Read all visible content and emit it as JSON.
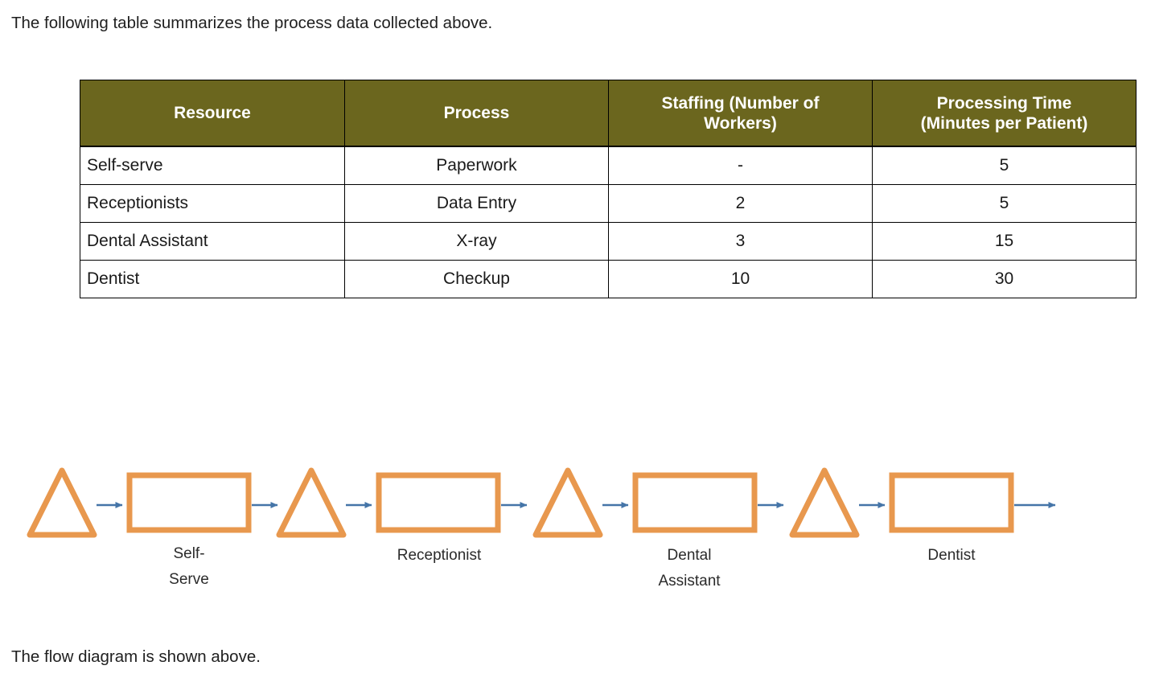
{
  "intro_text": "The following table summarizes the process data collected above.",
  "outro_text": "The flow diagram is shown above.",
  "colors": {
    "header_background": "#6B661E",
    "header_text": "#FFFFFF",
    "shape_outline": "#E8984E",
    "shape_fill": "#FFFFFF",
    "arrow": "#4575A8",
    "table_border": "#000000",
    "body_text": "#1A1A1A"
  },
  "table": {
    "columns": [
      "Resource",
      "Process",
      "Staffing (Number of Workers)",
      "Processing Time (Minutes per Patient)"
    ],
    "columns_display": [
      {
        "line1": "Resource",
        "line2": ""
      },
      {
        "line1": "Process",
        "line2": ""
      },
      {
        "line1": "Staffing (Number of",
        "line2": "Workers)"
      },
      {
        "line1": "Processing Time",
        "line2": "(Minutes per Patient)"
      }
    ],
    "rows": [
      {
        "resource": "Self-serve",
        "process": "Paperwork",
        "staffing": "-",
        "processing_time": "5"
      },
      {
        "resource": "Receptionists",
        "process": "Data Entry",
        "staffing": "2",
        "processing_time": "5"
      },
      {
        "resource": "Dental Assistant",
        "process": "X-ray",
        "staffing": "3",
        "processing_time": "15"
      },
      {
        "resource": "Dentist",
        "process": "Checkup",
        "staffing": "10",
        "processing_time": "30"
      }
    ]
  },
  "flow": {
    "nodes": [
      {
        "type": "triangle",
        "label": ""
      },
      {
        "type": "rectangle",
        "label_line1": "Self-",
        "label_line2": "Serve"
      },
      {
        "type": "triangle",
        "label": ""
      },
      {
        "type": "rectangle",
        "label_line1": "Receptionist",
        "label_line2": ""
      },
      {
        "type": "triangle",
        "label": ""
      },
      {
        "type": "rectangle",
        "label_line1": "Dental",
        "label_line2": "Assistant"
      },
      {
        "type": "triangle",
        "label": ""
      },
      {
        "type": "rectangle",
        "label_line1": "Dentist",
        "label_line2": ""
      }
    ],
    "arrow_count": 8
  }
}
